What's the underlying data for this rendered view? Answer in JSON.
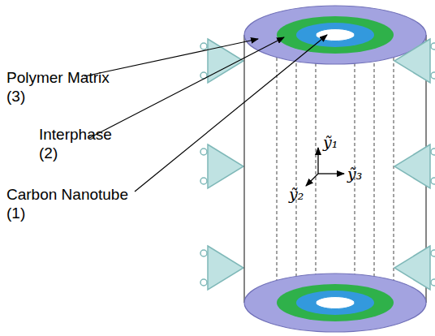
{
  "diagram": {
    "labels": [
      "Polymer Matrix (3)",
      "Interphase (2)",
      "Carbon Nanotube (1)",
      "ỹ₁",
      "ỹ₂",
      "ỹ₃"
    ]
  }
}
